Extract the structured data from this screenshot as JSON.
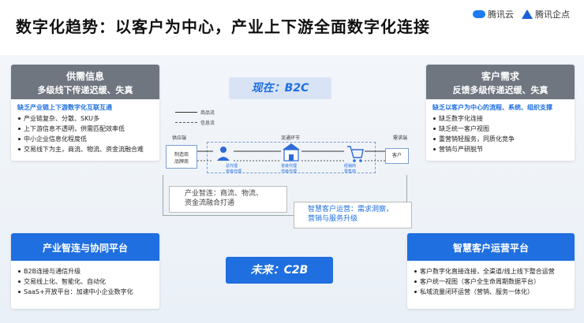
{
  "title": "数字化趋势：以客户为中心，产业上下游全面数字化连接",
  "logos": {
    "left": "腾讯云",
    "right": "腾讯企点"
  },
  "left_top_panel": {
    "name": "供需信息",
    "subtitle": "多级线下传递迟缓、失真",
    "lead": "缺乏产业链上下游数字化互联互通",
    "items": [
      "产业链复杂、分散、SKU多",
      "上下游信息不透明，供需匹配效率低",
      "中小企业信息化程度低",
      "交易线下为主，商流、物流、资金流融合难"
    ]
  },
  "right_top_panel": {
    "name": "客户需求",
    "subtitle": "反馈多级传递迟缓、失真",
    "lead": "缺乏以客户为中心的流程、系统、组织支撑",
    "items": [
      "缺乏数字化连接",
      "缺乏统一客户视图",
      "重营销轻服务，同质化竞争",
      "营销与产研脱节"
    ]
  },
  "left_bottom_panel": {
    "name": "产业智连与协同平台",
    "items": [
      "B2B连接与通信升级",
      "交易线上化、智能化、自动化",
      "SaaS+开放平台：加速中小企业数字化"
    ]
  },
  "right_bottom_panel": {
    "name": "智慧客户运营平台",
    "items": [
      "客户数字化直接连接，全渠道/线上线下整合运营",
      "客户统一视图（客户全生命周期数据平台）",
      "私域流量闭环运营（营销、服务一体化）"
    ]
  },
  "now_label": "现在：B2C",
  "future_label": "未来：C2B",
  "legend": {
    "solid": "商品流",
    "dashed": "信息流"
  },
  "flow": {
    "supply_label": "供应端",
    "supply_node": "制造商\n品牌商",
    "circulation_label": "流通环节",
    "demand_label": "需求端",
    "demand_node": "客户",
    "agent_lines": [
      "总代理",
      "省级代理"
    ],
    "region_lines": [
      "省级代理",
      "市级代理"
    ],
    "retail_lines": [
      "经销商",
      "零售商"
    ]
  },
  "callouts": {
    "industry_line1": "产业智连：商流、物流、",
    "industry_line2": "资金流融合打通",
    "customer_line1": "智慧客户运营：需求洞察，",
    "customer_line2": "营销与服务升级"
  },
  "colors": {
    "accent": "#1f6fe0",
    "gray_head": "#6f7680"
  }
}
